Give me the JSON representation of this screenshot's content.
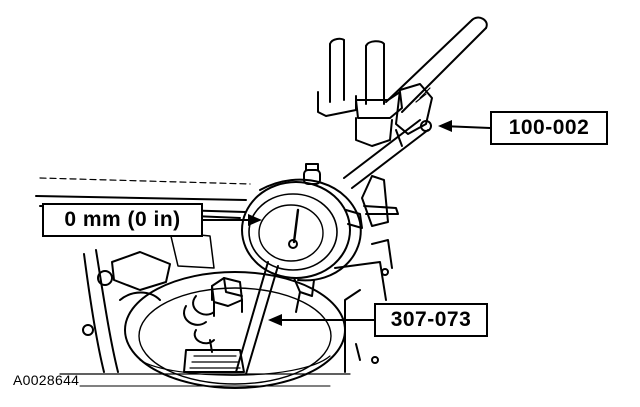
{
  "figure": {
    "id": "A0028644"
  },
  "callouts": {
    "tool_100": "100-002",
    "reading": "0 mm (0 in)",
    "tool_307": "307-073"
  },
  "colors": {
    "ink": "#000000",
    "paper": "#ffffff"
  }
}
